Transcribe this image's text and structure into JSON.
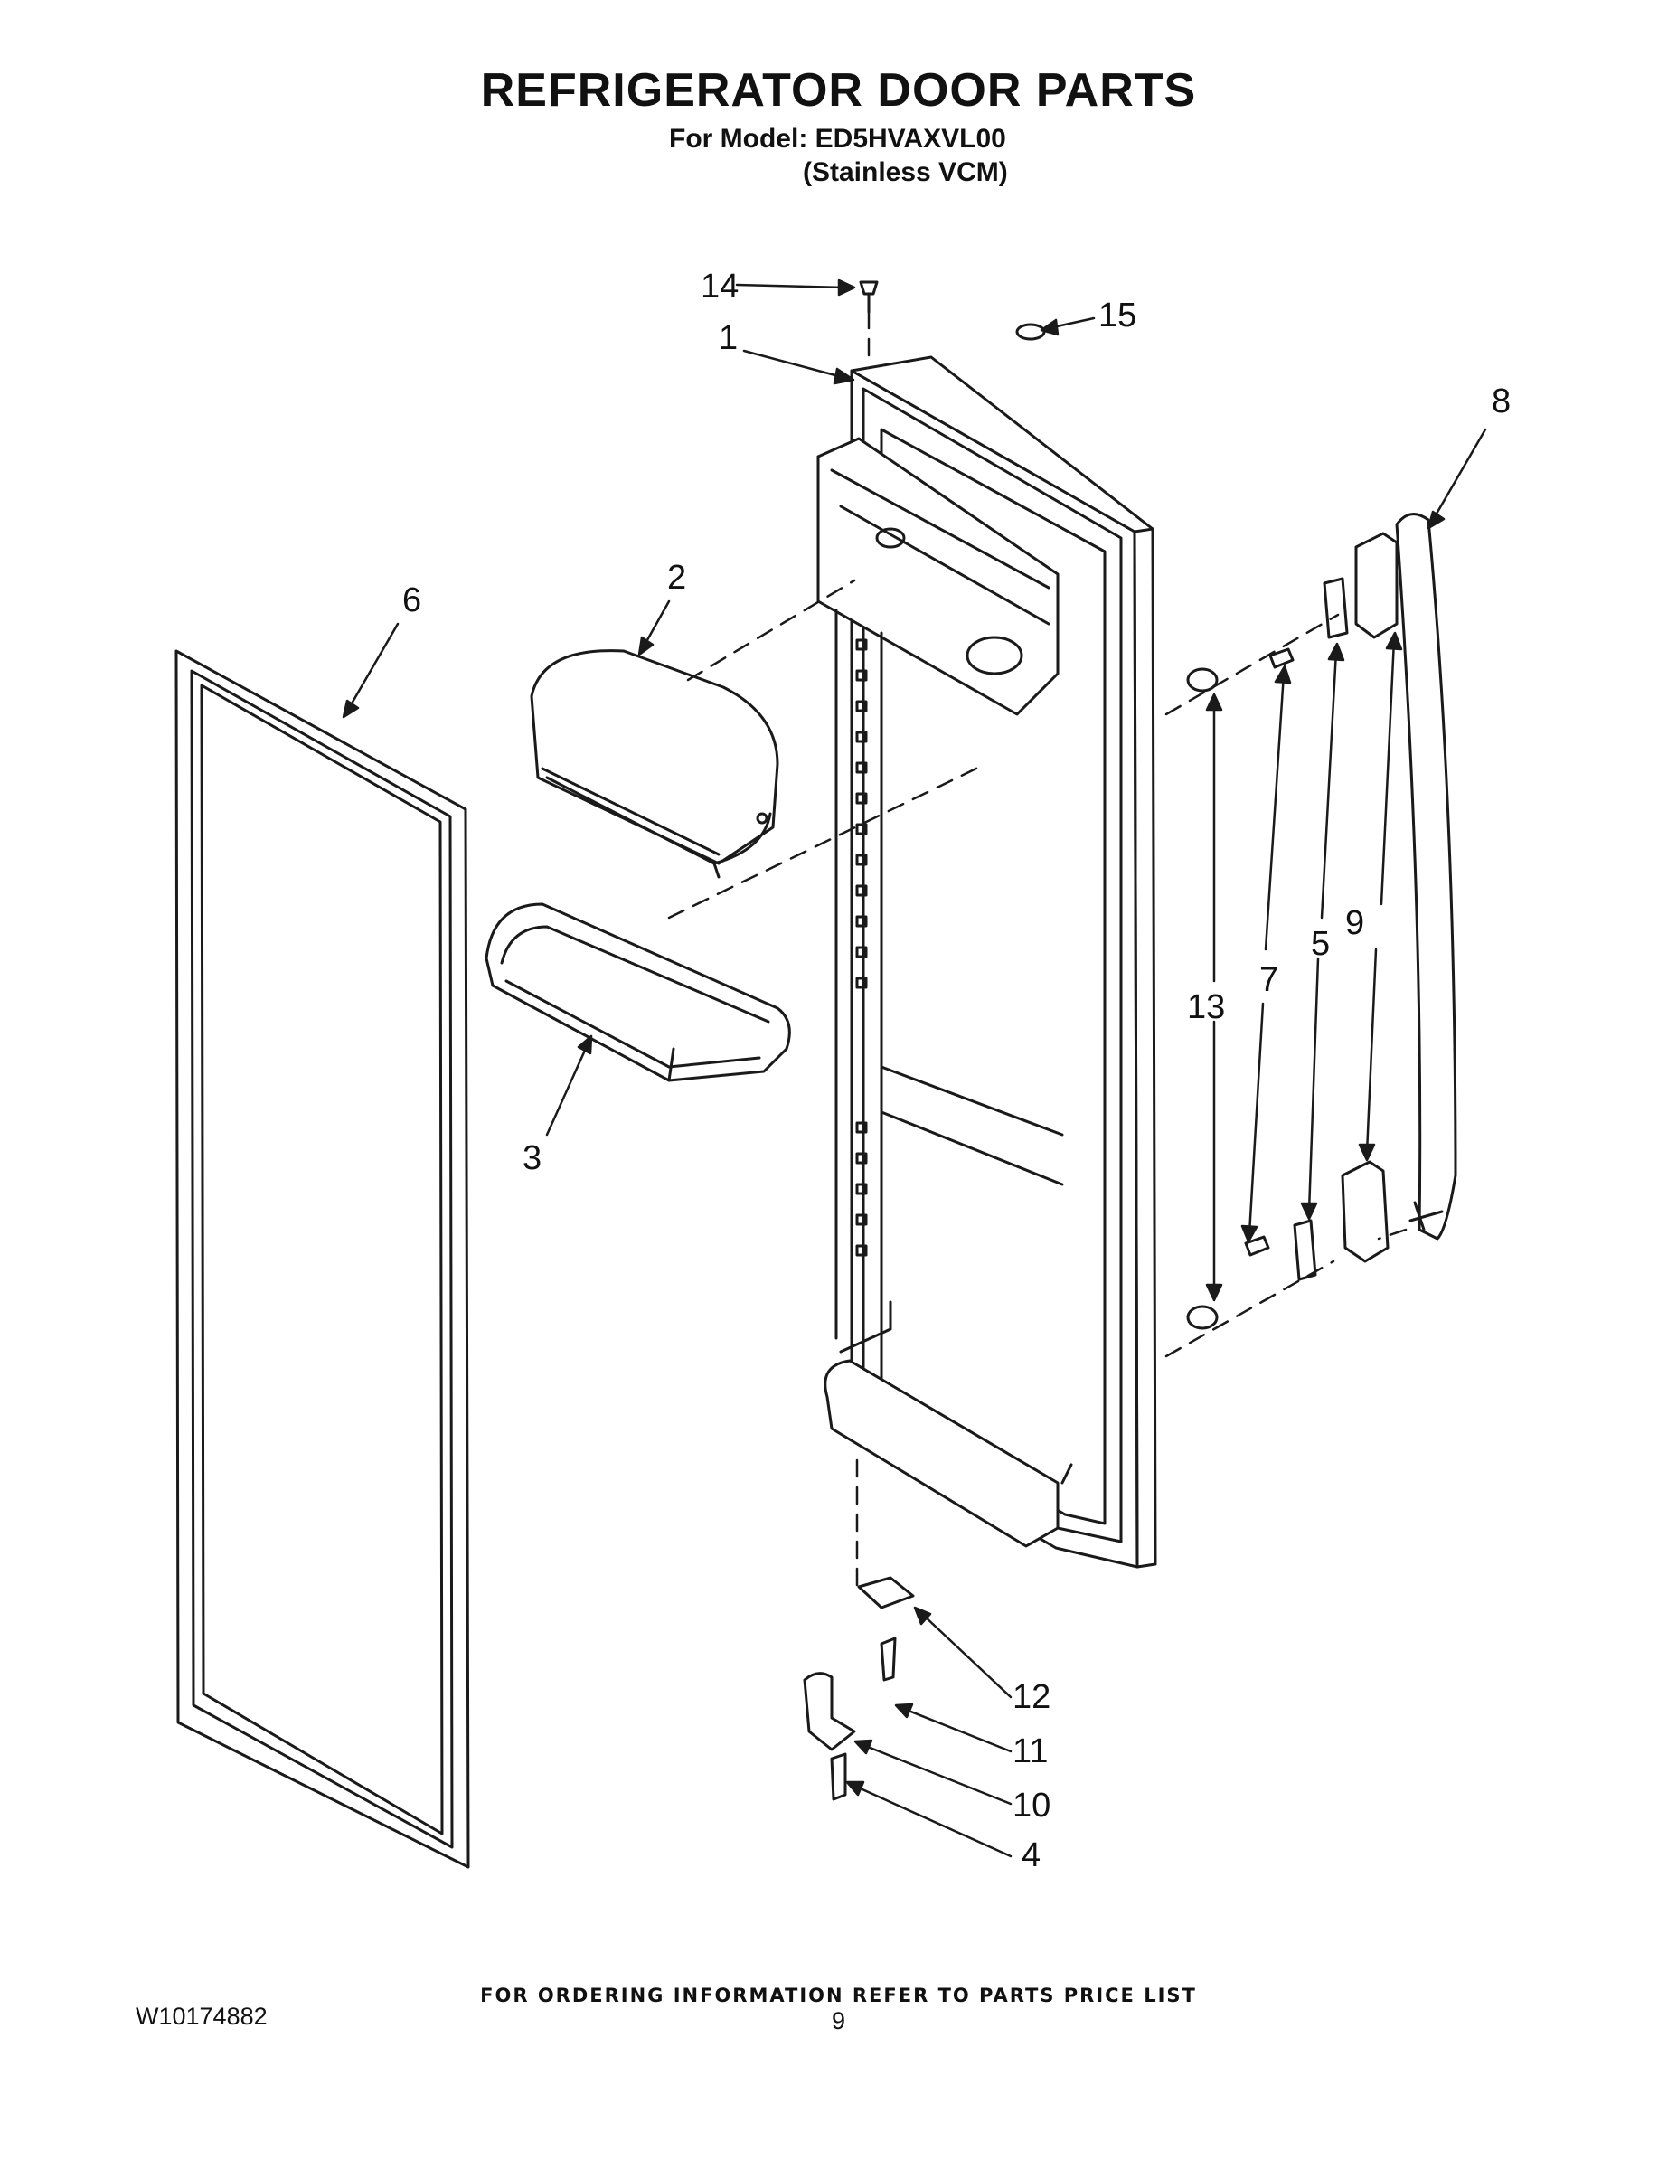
{
  "header": {
    "title": "REFRIGERATOR DOOR PARTS",
    "model_line": "For Model: ED5HVAXVL00",
    "finish_line": "(Stainless VCM)"
  },
  "callouts": {
    "c1": "1",
    "c2": "2",
    "c3": "3",
    "c4": "4",
    "c5": "5",
    "c6": "6",
    "c7": "7",
    "c8": "8",
    "c9": "9",
    "c10": "10",
    "c11": "11",
    "c12": "12",
    "c13": "13",
    "c14": "14",
    "c15": "15"
  },
  "footer": {
    "ordering_note": "FOR ORDERING INFORMATION REFER TO PARTS PRICE LIST",
    "doc_number": "W10174882",
    "page_number": "9"
  },
  "colors": {
    "line": "#1a1a1a",
    "fill": "#ffffff",
    "shade": "#e6e6e6"
  }
}
